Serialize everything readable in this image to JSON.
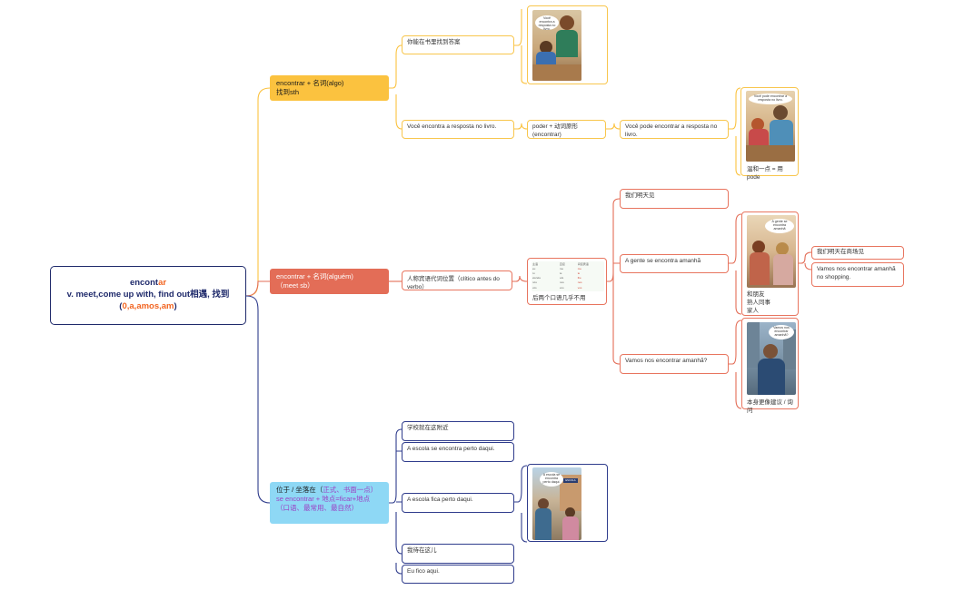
{
  "root": {
    "word_stem": "encont",
    "word_ending": "ar",
    "meaning": "v. meet,come up with, find out相遇, 找到",
    "open_paren": "(",
    "endings": "0,a,amos,am",
    "close_paren": ")"
  },
  "branch1": {
    "title_line1": "encontrar + 名词(algo)",
    "title_line2": "找到sth",
    "child_cn": "你能在书里找到答案",
    "child_pt": "Você encontra a resposta no livro.",
    "grammar": "poder + 动词原形 (encontrar)",
    "sentence": "Você pode encontrar a resposta no livro.",
    "image_note": "温和一点 = 用 pode",
    "image1_bubble": "Você encontra a resposta no livro.",
    "image2_bubble": "Você pode encontrar a resposta no livro."
  },
  "branch2": {
    "title_line1": "encontrar + 名词(alguém)",
    "title_line2": "（meet sb）",
    "child": "人称宾语代词位置（clítico antes do verbo）",
    "table_caption": "后两个口语几乎不用",
    "table_rows": [
      [
        "主语",
        "直接",
        "间接宾语"
      ],
      [
        "eu",
        "me",
        "me"
      ],
      [
        "tu",
        "te",
        "te"
      ],
      [
        "ele/ela",
        "o/a",
        "lhe"
      ],
      [
        "nós",
        "nos",
        "nos"
      ],
      [
        "vós",
        "vos",
        "vos"
      ],
      [
        "eles/elas",
        "os/as",
        "lhes"
      ]
    ],
    "sub_cn": "我们明天见",
    "sub_gente": "A gente se encontra amanhã",
    "sub_vamos": "Vamos nos encontrar amanhã?",
    "gente_note_lines": [
      "和朋友",
      "熟人同事",
      "家人"
    ],
    "vamos_note": "本身更像建议 / 询问",
    "leaf_cn": "我们明天在商场见",
    "leaf_pt": "Vamos nos encontrar amanhã no shopping.",
    "image3_bubble": "A gente se encontra amanhã",
    "image4_bubble": "Vamos nos encontrar amanhã?"
  },
  "branch3": {
    "title_part1": "位于 / 坐落在（",
    "title_part2": "正式、书面一点）se encontrar + 地点=ficar+地点（口语、最常用、最自然）",
    "item1": "学校就在这附近",
    "item2": "A escola se encontra perto daqui.",
    "item3": "A escola fica perto daqui.",
    "item4": "我待在这儿",
    "item5": "Eu fico aqui.",
    "image5_bubble": "A escola se encontra perto daqui.",
    "image5_sign": "ESCOLA"
  },
  "colors": {
    "root_border": "#1f2a6b",
    "accent": "#f26522",
    "yellow": "#fbc23f",
    "red": "#e36d57",
    "blue": "#8ed8f5",
    "navy": "#2f3c8c",
    "purple": "#9b3fc4"
  }
}
